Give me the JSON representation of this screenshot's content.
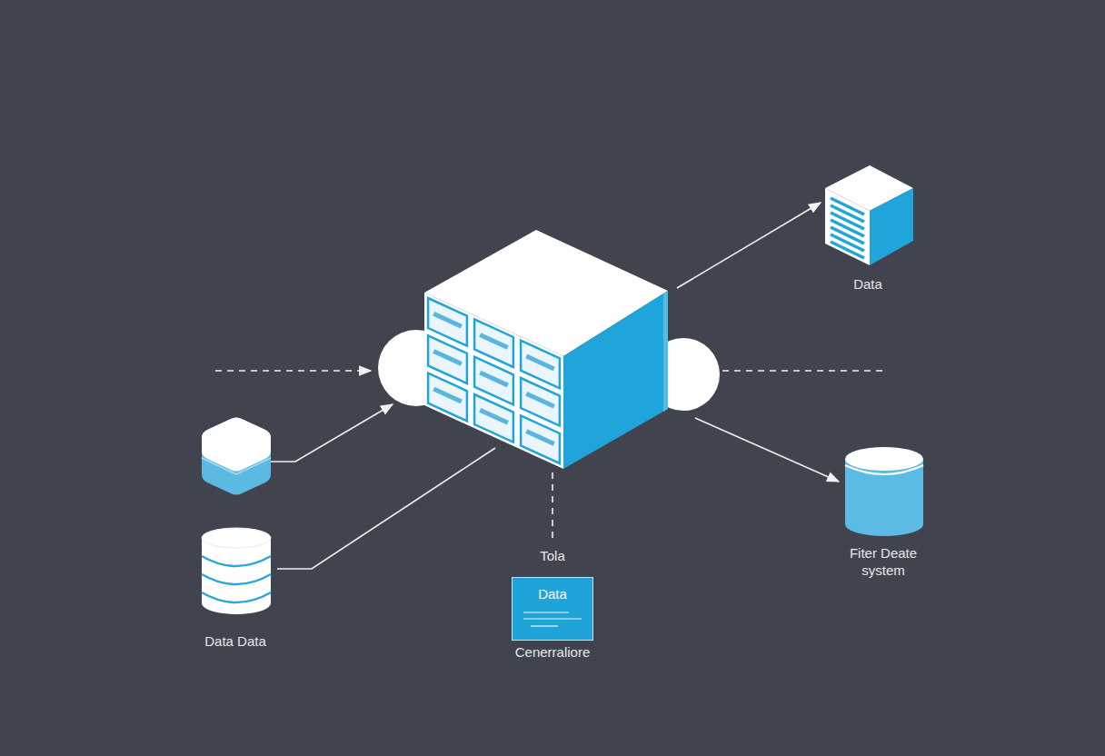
{
  "diagram": {
    "nodes": [
      {
        "text": [
          "Data"
        ]
      },
      {
        "text": [
          "Fiter Deate system"
        ]
      },
      {
        "text": [
          "Data",
          "Cenerraliore"
        ]
      },
      {
        "text": [
          "Data Data"
        ]
      }
    ],
    "labels": [
      "Tola"
    ]
  }
}
